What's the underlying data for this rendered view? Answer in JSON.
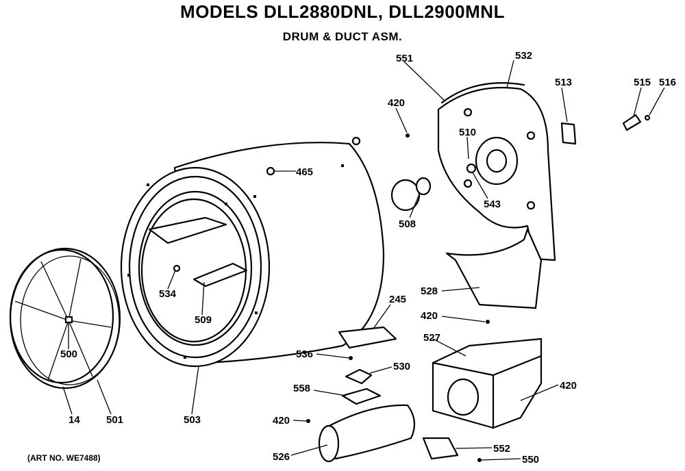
{
  "header": {
    "title": "MODELS DLL2880DNL, DLL2900MNL",
    "subtitle": "DRUM & DUCT ASM."
  },
  "footer": {
    "art_no": "(ART NO. WE7488)"
  },
  "callouts": {
    "c551": "551",
    "c532": "532",
    "c513": "513",
    "c515": "515",
    "c516": "516",
    "c420a": "420",
    "c465": "465",
    "c510": "510",
    "c543": "543",
    "c508": "508",
    "c528": "528",
    "c420b": "420",
    "c534": "534",
    "c509": "509",
    "c245": "245",
    "c500": "500",
    "c527": "527",
    "c536": "536",
    "c530": "530",
    "c558": "558",
    "c420c": "420",
    "c420d": "420",
    "c14": "14",
    "c501": "501",
    "c503": "503",
    "c526": "526",
    "c552": "552",
    "c550": "550"
  }
}
